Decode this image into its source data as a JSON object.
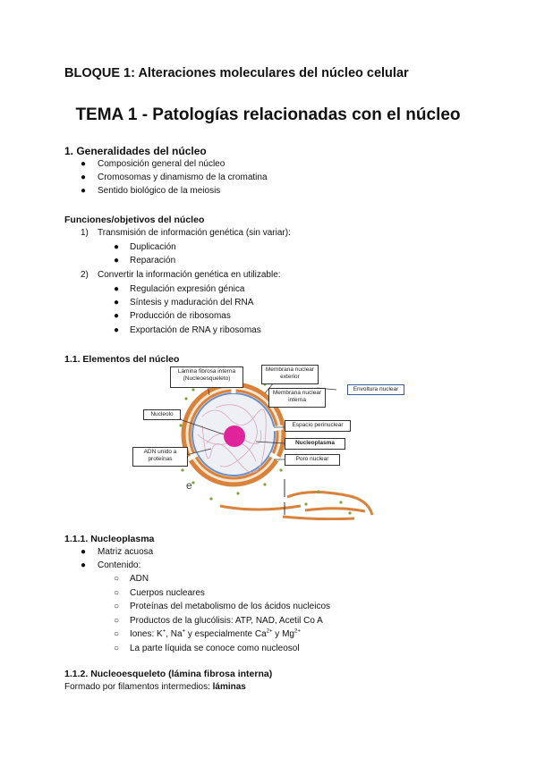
{
  "block_title": "BLOQUE 1: Alteraciones moleculares del núcleo celular",
  "tema_title": "TEMA 1 - Patologías relacionadas con el núcleo",
  "section1": {
    "heading": "1. Generalidades del núcleo",
    "items": [
      "Composición general del núcleo",
      "Cromosomas y dinamismo de la cromatina",
      "Sentido biológico de la meiosis"
    ]
  },
  "funciones": {
    "heading": "Funciones/objetivos del núcleo",
    "numbered": [
      {
        "num": "1)",
        "text": "Transmisión de información genética (sin variar):",
        "subitems": [
          "Duplicación",
          "Reparación"
        ]
      },
      {
        "num": "2)",
        "text": "Convertir la información genética en utilizable:",
        "subitems": [
          "Regulación expresión génica",
          "Síntesis y maduración del RNA",
          "Producción de ribosomas",
          "Exportación de RNA y ribosomas"
        ]
      }
    ]
  },
  "section11": {
    "heading": "1.1. Elementos del núcleo",
    "diagram_labels": {
      "lamina": "Lámina fibrosa interna (Nucleoesqueleto)",
      "membrana_exterior": "Membrana nuclear exterior",
      "membrana_interna": "Membrana nuclear interna",
      "envoltura": "Envoltura nuclear",
      "nucleolo": "Nucleolo",
      "espacio": "Espacio perinuclear",
      "nucleoplasma": "Nucleoplasma",
      "adn": "ADN unido a proteínas",
      "poro": "Poro nuclear",
      "letter_e": "e"
    }
  },
  "section111": {
    "heading": "1.1.1. Nucleoplasma",
    "bullets": [
      "Matriz acuosa",
      "Contenido:"
    ],
    "content_items": [
      "ADN",
      "Cuerpos nucleares",
      "Proteínas del metabolismo de los ácidos nucleicos",
      "Productos de la glucólisis: ATP, NAD, Acetil Co A"
    ],
    "ions_prefix": "Iones: K",
    "ions_k_sup": "+",
    "ions_na": ", Na",
    "ions_na_sup": "+",
    "ions_ca": " y especialmente Ca",
    "ions_ca_sup": "2+",
    "ions_mg": " y Mg",
    "ions_mg_sup": "2+",
    "last_item": "La parte líquida se conoce como nucleosol"
  },
  "section112": {
    "heading": "1.1.2. Nucleoesqueleto (lámina fibrosa interna)",
    "text_prefix": "Formado por filamentos intermedios: ",
    "text_bold": "láminas"
  },
  "glyphs": {
    "bullet": "●",
    "circle": "○"
  },
  "colors": {
    "nucleolus": "#e0239a",
    "membrane": "#d9823b",
    "pore_gap": "#ffffff",
    "envoltura_border": "#3c5a99"
  }
}
